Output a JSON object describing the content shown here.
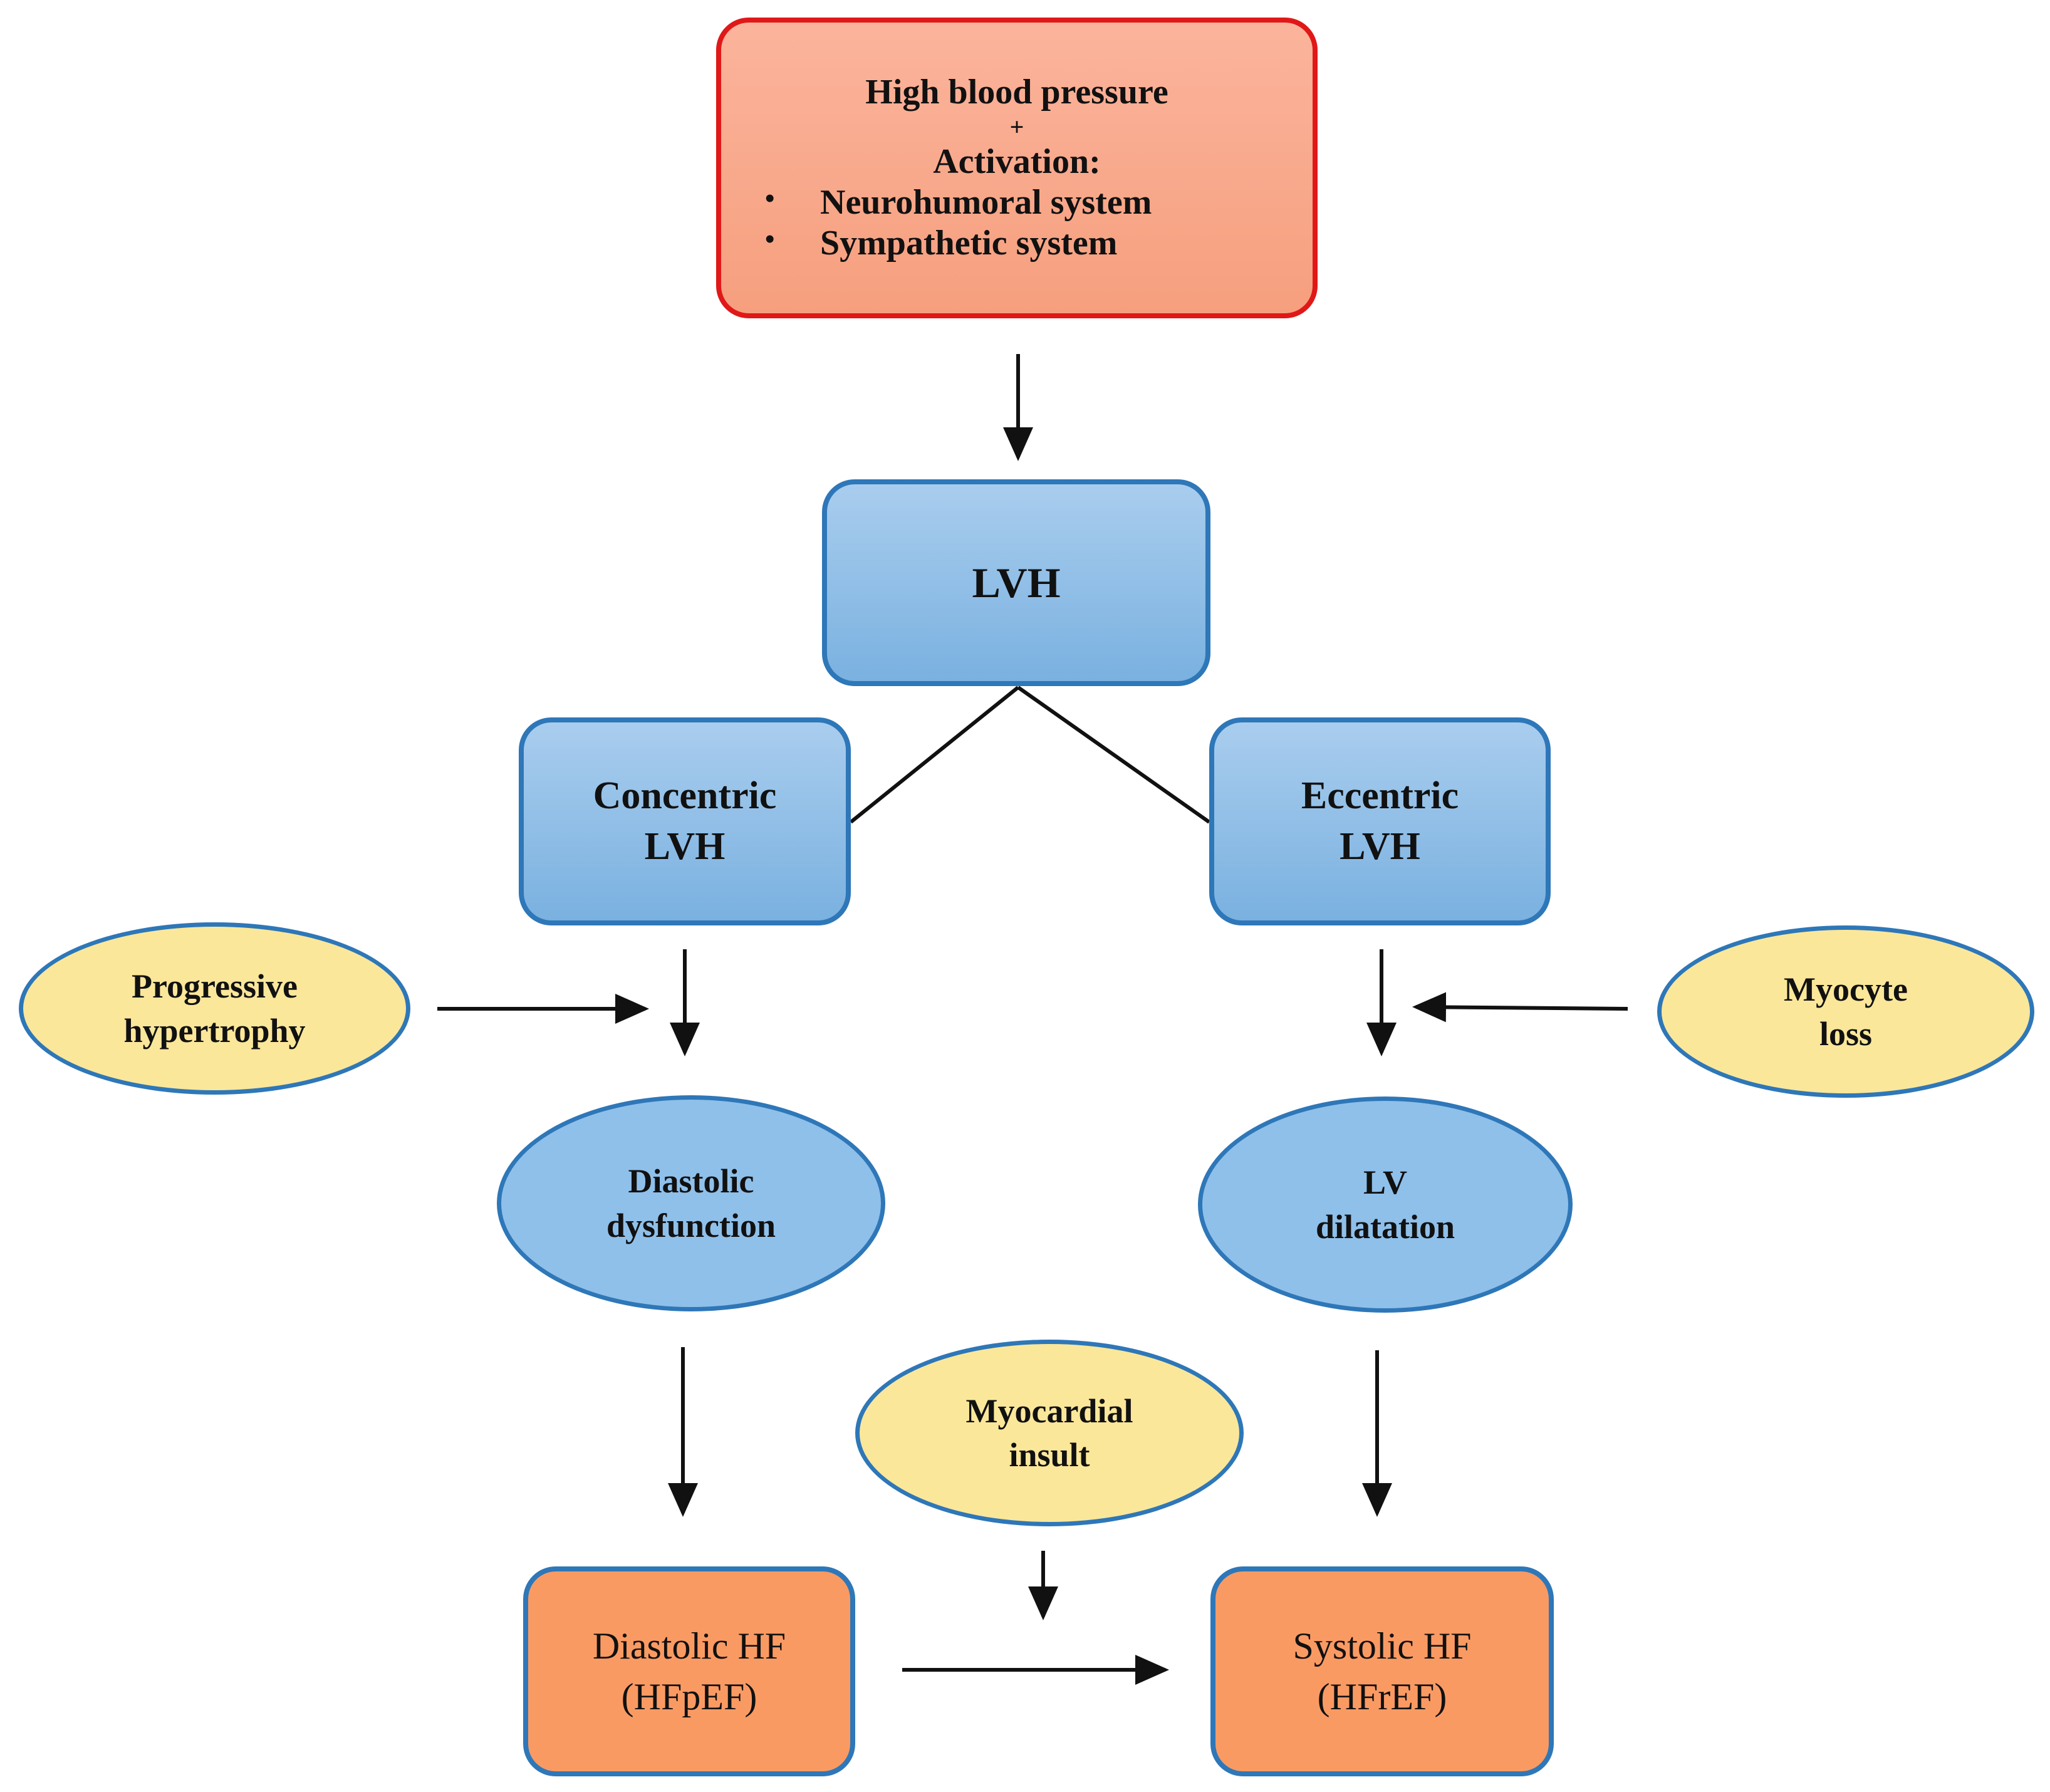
{
  "top_box": {
    "line1": "High blood  pressure",
    "plus": "+",
    "line2": "Activation:",
    "bullets": [
      "Neurohumoral system",
      "Sympathetic system"
    ]
  },
  "lvh": "LVH",
  "concentric": {
    "line1": "Concentric",
    "line2": "LVH"
  },
  "eccentric": {
    "line1": "Eccentric",
    "line2": "LVH"
  },
  "progressive": {
    "line1": "Progressive",
    "line2": "hypertrophy"
  },
  "myocyte": {
    "line1": "Myocyte",
    "line2": "loss"
  },
  "diastolic_dysfunction": {
    "line1": "Diastolic",
    "line2": "dysfunction"
  },
  "lv_dilatation": {
    "line1": "LV",
    "line2": "dilatation"
  },
  "myocardial_insult": {
    "line1": "Myocardial",
    "line2": "insult"
  },
  "diastolic_hf": {
    "line1": "Diastolic  HF",
    "line2": "(HFpEF)"
  },
  "systolic_hf": {
    "line1": "Systolic  HF",
    "line2": "(HFrEF)"
  },
  "colors": {
    "top_fill": "#f9a88a",
    "top_border": "#e01818",
    "blue_fill": "#8fc0ea",
    "blue_border": "#2e77b8",
    "yellow_fill": "#fbe79a",
    "orange_fill": "#fa9a63"
  }
}
